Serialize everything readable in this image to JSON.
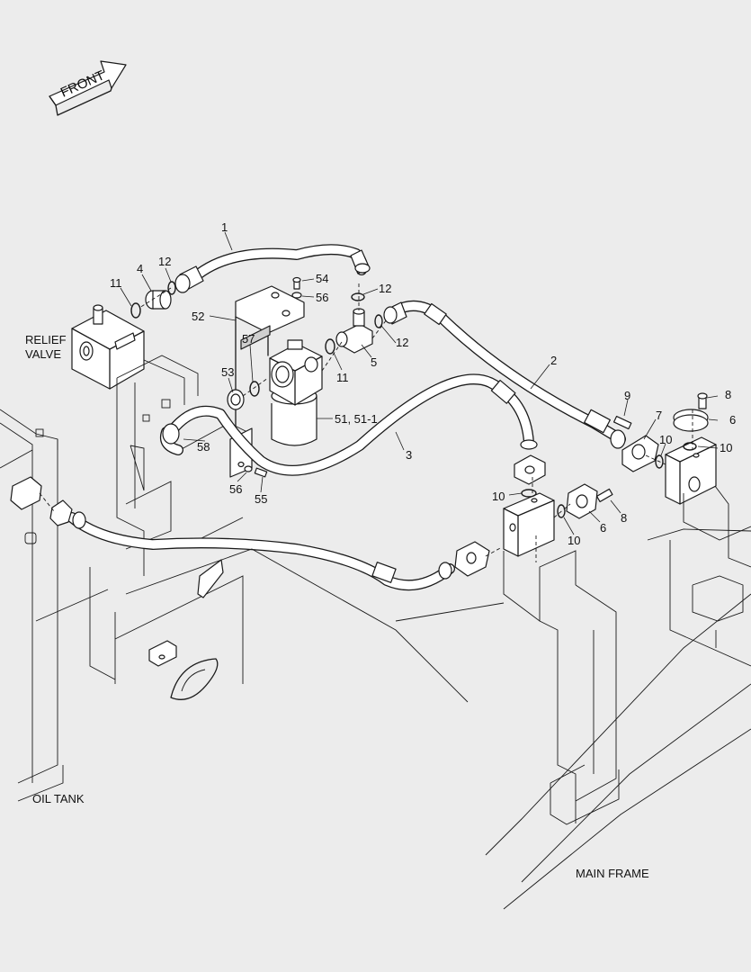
{
  "direction_arrow": {
    "label": "FRONT"
  },
  "area_labels": {
    "relief_valve": [
      "RELIEF",
      "VALVE"
    ],
    "oil_tank": "OIL TANK",
    "main_frame": "MAIN FRAME"
  },
  "callouts": {
    "c1": "1",
    "c2": "2",
    "c3": "3",
    "c4": "4",
    "c5": "5",
    "c6a": "6",
    "c6b": "6",
    "c7": "7",
    "c8a": "8",
    "c8b": "8",
    "c9": "9",
    "c10a": "10",
    "c10b": "10",
    "c10c": "10",
    "c10d": "10",
    "c11a": "11",
    "c11b": "11",
    "c12a": "12",
    "c12b": "12",
    "c12c": "12",
    "c51": "51, 51-1",
    "c52": "52",
    "c53": "53",
    "c54": "54",
    "c55": "55",
    "c56a": "56",
    "c56b": "56",
    "c57": "57",
    "c58": "58"
  },
  "icons": {
    "front_arrow": "front-arrow-icon"
  }
}
